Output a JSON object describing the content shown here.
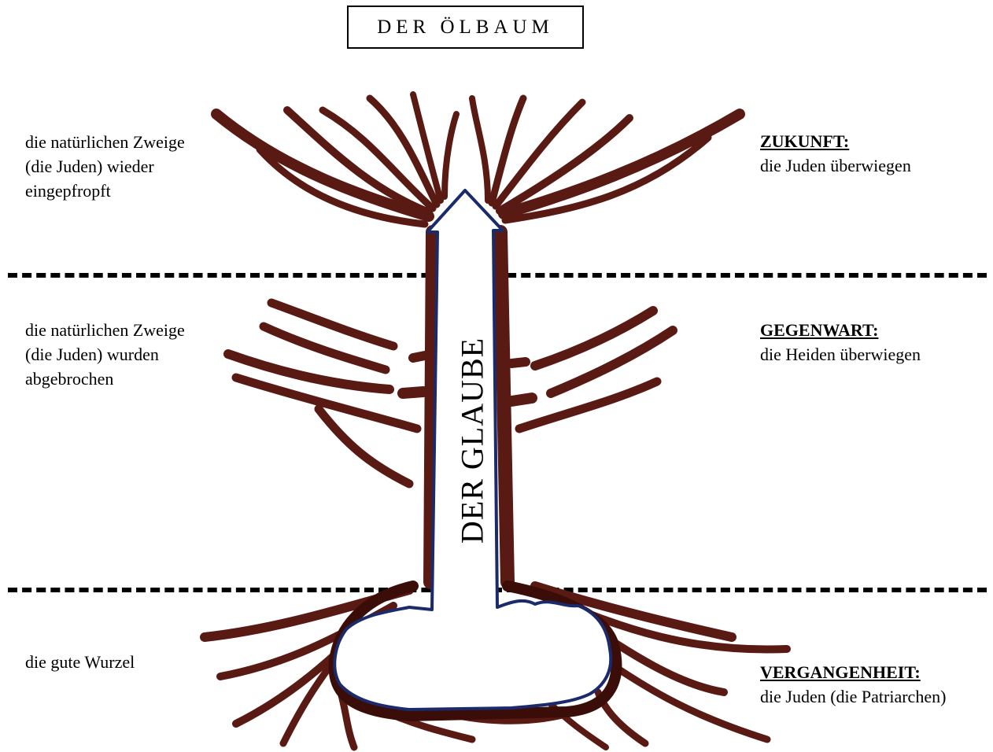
{
  "title": "DER ÖLBAUM",
  "arrow_label": "DER GLAUBE",
  "colors": {
    "tree": "#5a1a14",
    "tree_dark": "#3b0d08",
    "faith_outline": "#1a2a6b",
    "divider": "#000000"
  },
  "left_labels": {
    "top": [
      "die natürlichen Zweige",
      "(die Juden) wieder",
      "eingepfropft"
    ],
    "middle": [
      "die natürlichen Zweige",
      "(die Juden) wurden",
      "abgebrochen"
    ],
    "bottom": [
      "die gute Wurzel"
    ]
  },
  "right_labels": {
    "future": {
      "heading": "ZUKUNFT:",
      "text": "die Juden überwiegen"
    },
    "present": {
      "heading": "GEGENWART:",
      "text": "die Heiden überwiegen"
    },
    "past": {
      "heading": "VERGANGENHEIT:",
      "text": "die Juden (die Patriarchen)"
    }
  }
}
